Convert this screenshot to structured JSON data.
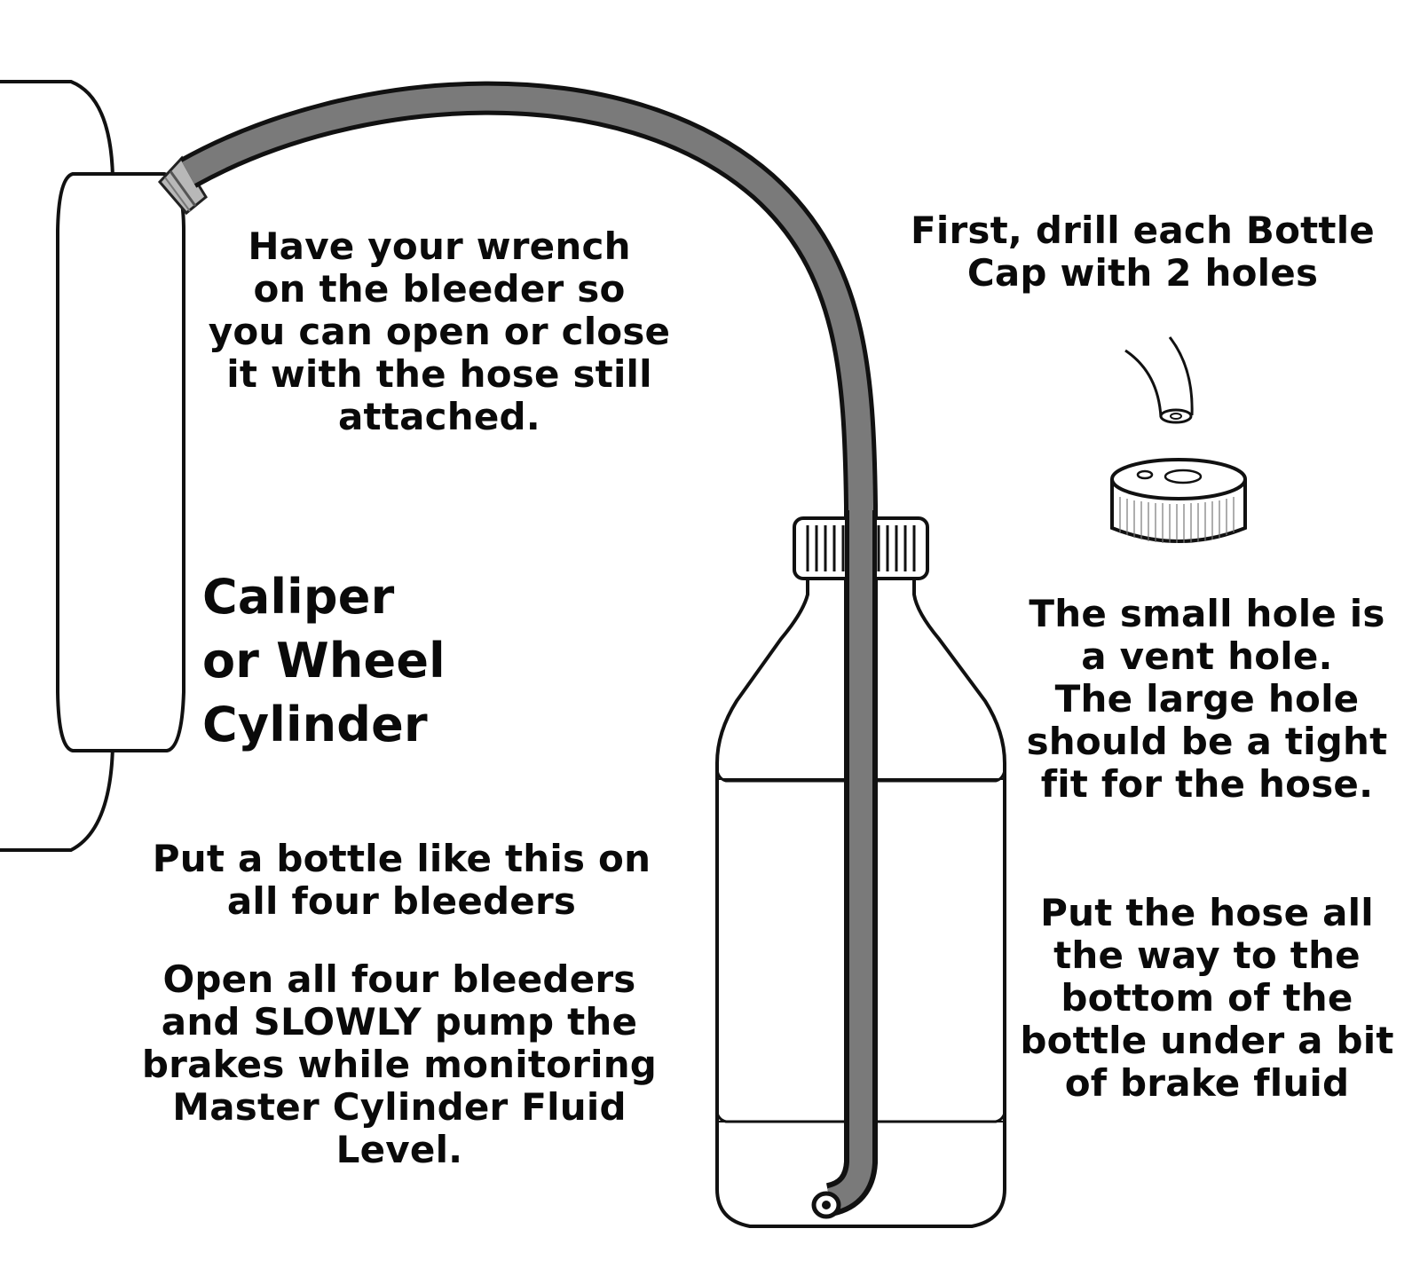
{
  "colors": {
    "outline": "#111111",
    "hose_fill": "#7a7a7a",
    "background": "#ffffff",
    "fitting": "#b8b8b8"
  },
  "labels": {
    "wrench_note": "Have your wrench\non the bleeder so\nyou can open or close\nit with the hose still\nattached.",
    "drill_note": "First, drill each Bottle\nCap with 2 holes",
    "caliper": "Caliper\nor Wheel\nCylinder",
    "holes_note": "The small hole is\na vent hole.\nThe large hole\nshould be a tight\nfit for the hose.",
    "bottle_all_note": "Put a bottle like this on\nall four bleeders",
    "open_bleeders_note": "Open all four bleeders\nand SLOWLY pump the\nbrakes while monitoring\nMaster Cylinder Fluid\nLevel.",
    "hose_bottom_note": "Put the hose all\nthe way to the\nbottom of the\nbottle under a bit\nof brake fluid"
  },
  "parts": {
    "caliper": "caliper-or-wheel-cylinder",
    "hose": "bleeder-hose",
    "bottle": "catch-bottle",
    "cap": "bottle-cap",
    "hose_end": "hose-end-detail"
  }
}
